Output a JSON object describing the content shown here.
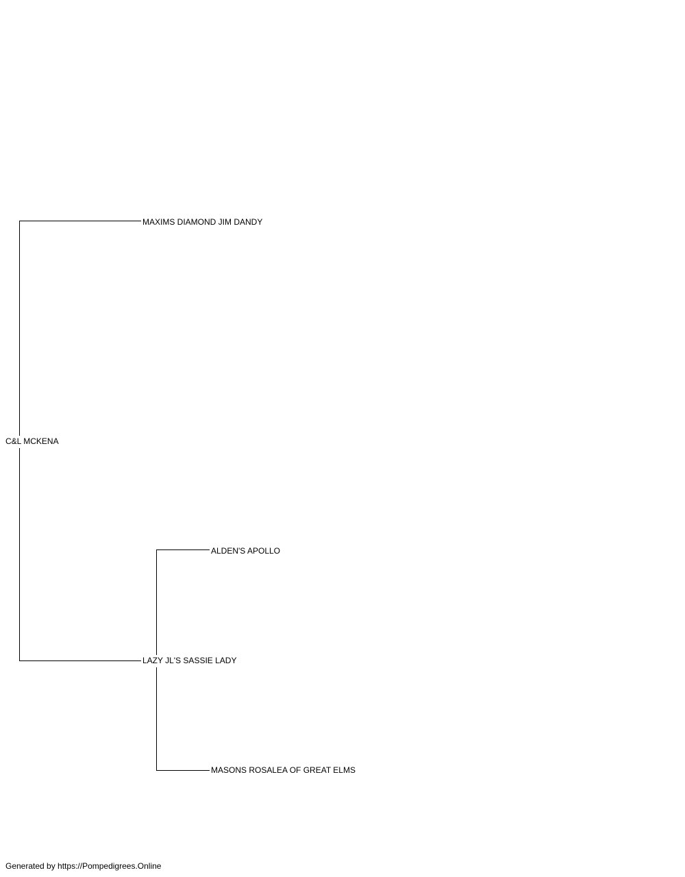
{
  "pedigree": {
    "subject": "C&L MCKENA",
    "sire": "MAXIMS DIAMOND JIM DANDY",
    "dam": "LAZY JL'S SASSIE LADY",
    "dam_sire": "ALDEN'S APOLLO",
    "dam_dam": "MASONS ROSALEA OF GREAT ELMS"
  },
  "footer": {
    "credit": "Generated by https://Pompedigrees.Online"
  }
}
